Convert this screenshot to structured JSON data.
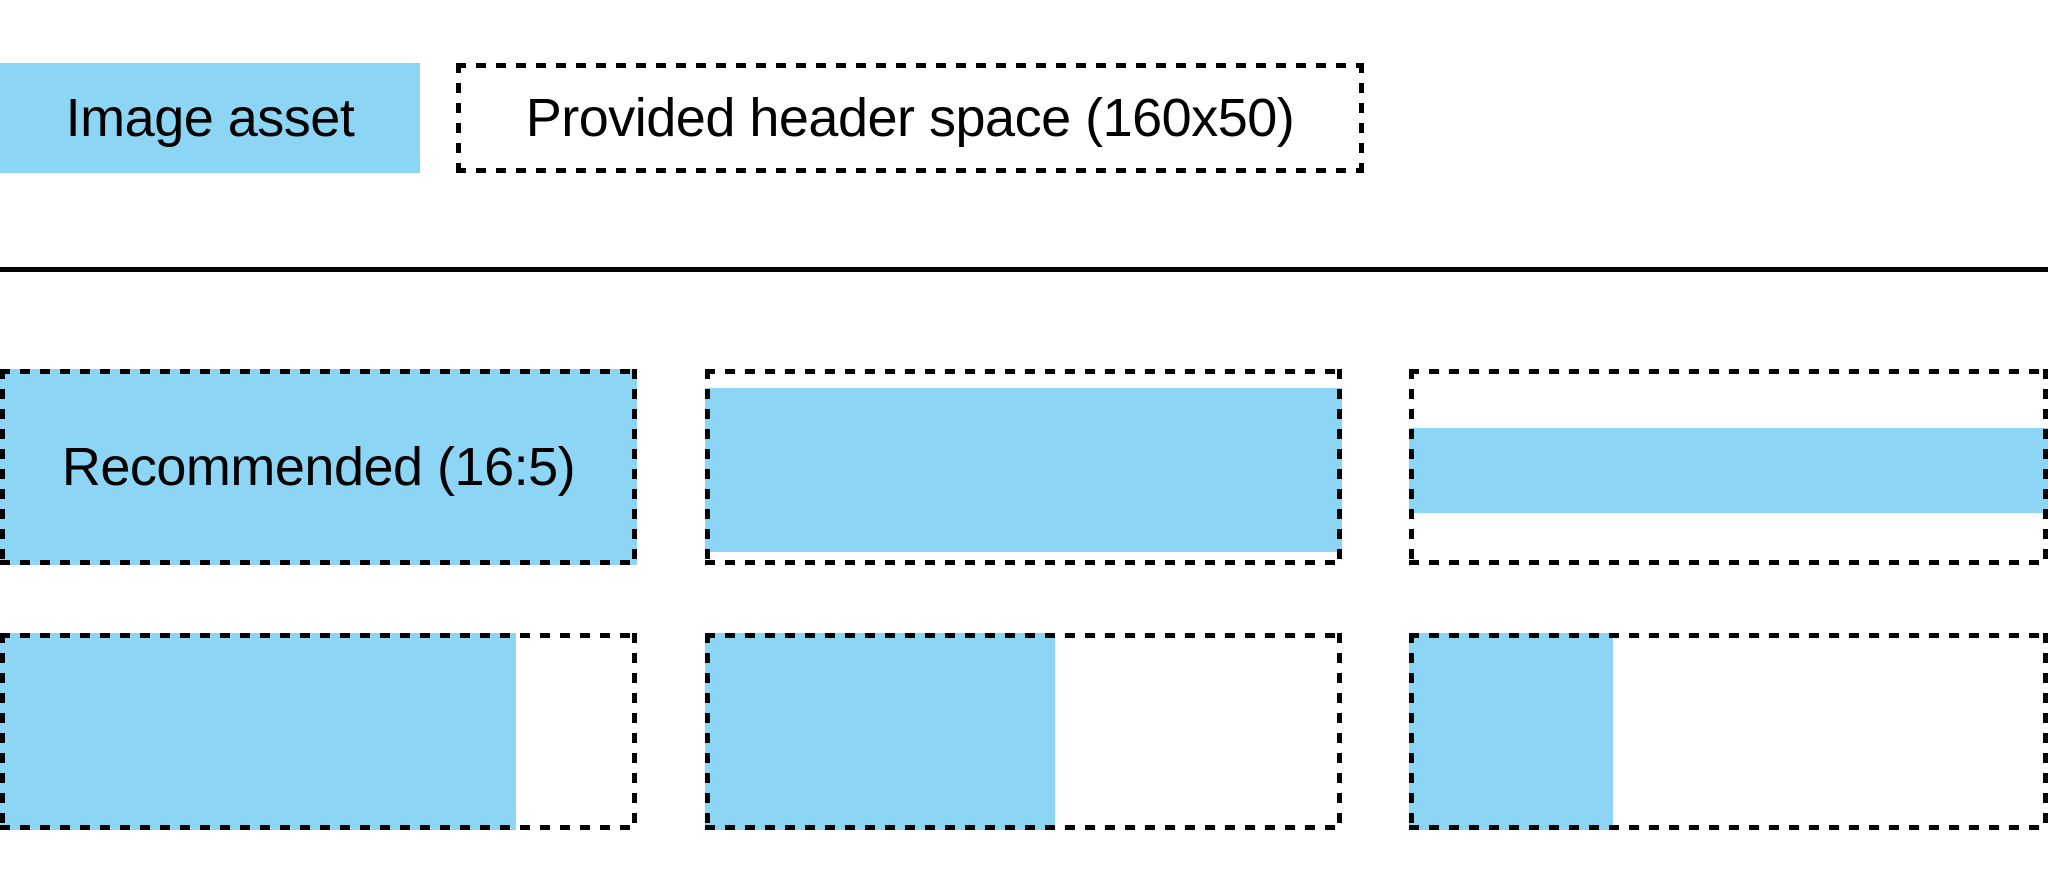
{
  "legend": {
    "image_asset_label": "Image asset",
    "header_space_label": "Provided header space (160x50)"
  },
  "examples": [
    {
      "id": "recommended-16-5",
      "label": "Recommended (16:5)",
      "fill_style": "left:0;top:0;width:100%;height:100%"
    },
    {
      "id": "full-width-tall-centered",
      "fill_style": "left:0;top:9.7%;width:100%;height:83.7%"
    },
    {
      "id": "full-width-band-centered",
      "fill_style": "left:0;top:30%;width:100%;height:43.4%"
    },
    {
      "id": "full-height-81-percent-width",
      "fill_style": "left:0;top:0;width:81%;height:100%"
    },
    {
      "id": "full-height-55-percent-width",
      "fill_style": "left:0;top:0;width:55%;height:100%"
    },
    {
      "id": "full-height-32-percent-width",
      "fill_style": "left:0;top:0;width:32%;height:100%"
    }
  ],
  "colors": {
    "asset_blue": "#8CD5F5",
    "border_black": "#000000",
    "background": "#FFFFFF"
  }
}
